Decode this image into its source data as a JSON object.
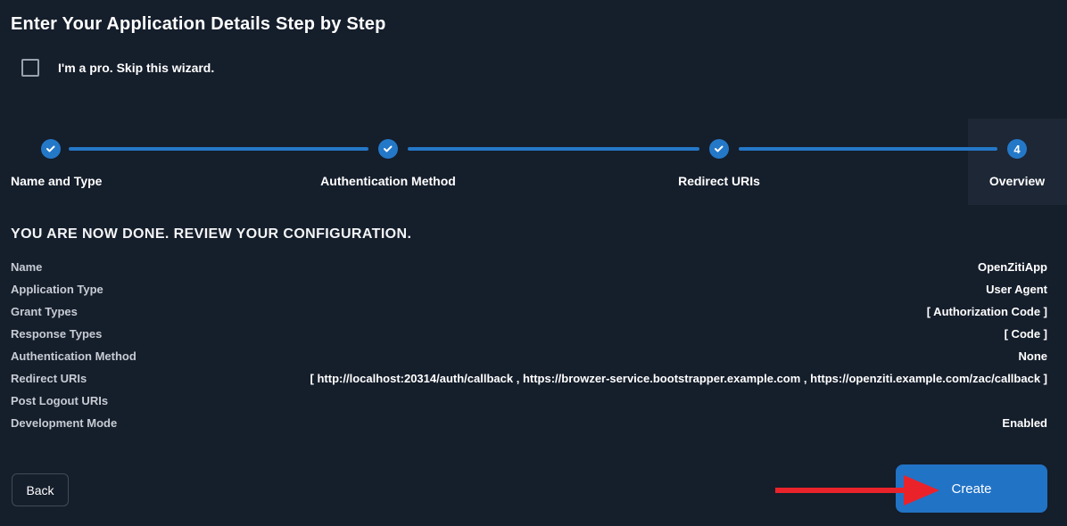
{
  "app": {
    "background_color": "#151e2b",
    "accent_color": "#2478c8",
    "create_button_color": "#2173c6",
    "arrow_color": "#ea232b"
  },
  "header": {
    "title": "Enter Your Application Details Step by Step"
  },
  "skip": {
    "label": "I'm a pro. Skip this wizard.",
    "checked": false
  },
  "stepper": {
    "steps": [
      {
        "label": "Name and Type",
        "state": "completed",
        "icon": "check-icon"
      },
      {
        "label": "Authentication Method",
        "state": "completed",
        "icon": "check-icon"
      },
      {
        "label": "Redirect URIs",
        "state": "completed",
        "icon": "check-icon"
      },
      {
        "label": "Overview",
        "state": "current",
        "badge": "4"
      }
    ]
  },
  "review": {
    "heading": "YOU ARE NOW DONE. REVIEW YOUR CONFIGURATION.",
    "rows": [
      {
        "label": "Name",
        "value": "OpenZitiApp"
      },
      {
        "label": "Application Type",
        "value": "User Agent"
      },
      {
        "label": "Grant Types",
        "value": "[ Authorization Code ]"
      },
      {
        "label": "Response Types",
        "value": "[ Code ]"
      },
      {
        "label": "Authentication Method",
        "value": "None"
      },
      {
        "label": "Redirect URIs",
        "value": "[ http://localhost:20314/auth/callback , https://browzer-service.bootstrapper.example.com , https://openziti.example.com/zac/callback ]"
      },
      {
        "label": "Post Logout URIs",
        "value": ""
      },
      {
        "label": "Development Mode",
        "value": "Enabled"
      }
    ]
  },
  "footer": {
    "back_label": "Back",
    "create_label": "Create"
  }
}
